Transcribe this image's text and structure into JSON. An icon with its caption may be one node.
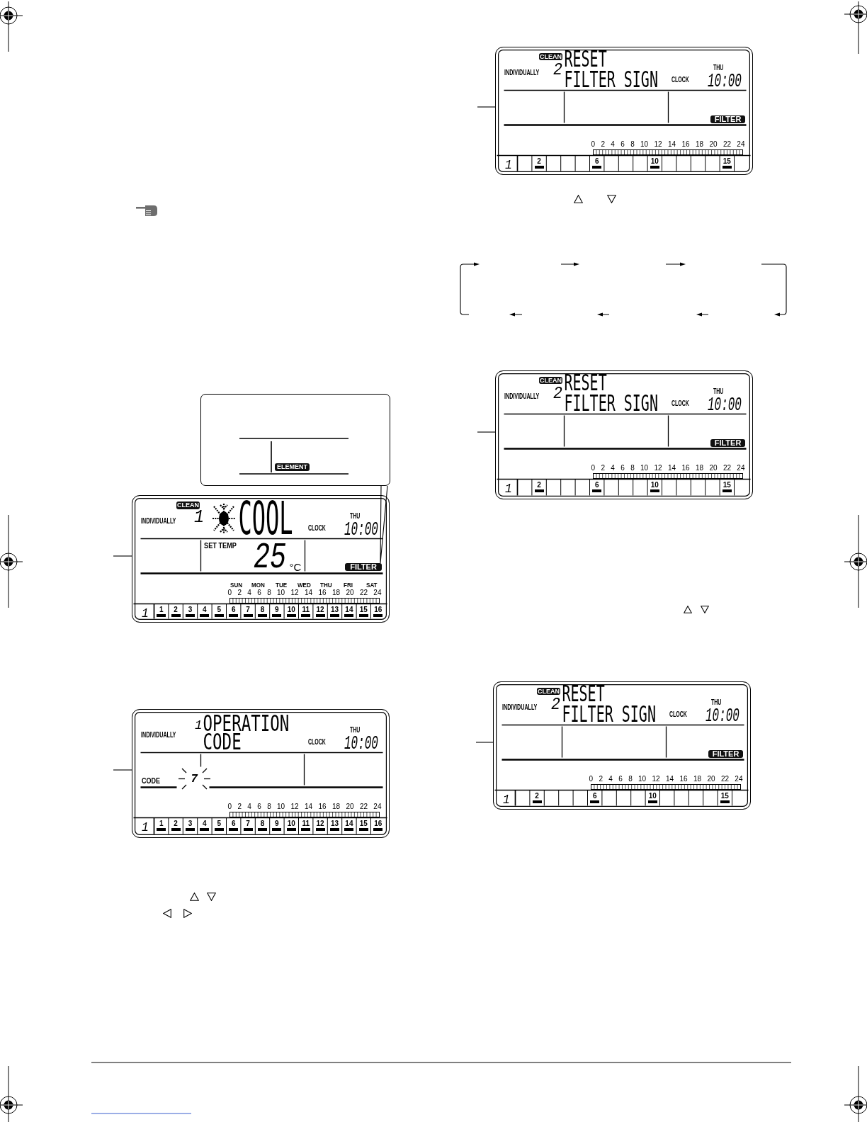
{
  "diagram": {
    "nodes": [
      {
        "text": [],
        "shape": "box"
      },
      {
        "text": [
          "ELEMENT"
        ],
        "in": 0
      },
      {
        "text": [
          "INDIVIDUALLY",
          "1",
          "COOL",
          "THU",
          "CLOCK",
          "10:00",
          "SET TEMP",
          "25",
          "°C",
          "SUN",
          "MON",
          "TUE",
          "WED",
          "THU",
          "FRI",
          "SAT",
          "0 2 4 6 8 10 12 14 16 18 20 22 24",
          "1",
          "1",
          "2",
          "3",
          "4",
          "5",
          "6",
          "7",
          "8",
          "9",
          "10",
          "11",
          "12",
          "13",
          "14",
          "15",
          "16"
        ]
      },
      {
        "text": [
          "CLEAN"
        ],
        "in": 2
      },
      {
        "text": [
          "FILTER"
        ],
        "in": 2
      },
      {
        "text": [
          "INDIVIDUALLY",
          "1",
          "OPERATION CODE",
          "THU",
          "CLOCK",
          "10:00",
          "CODE",
          "7",
          "0 2 4 6 8 10 12 14 16 18 20 22 24",
          "1",
          "1",
          "2",
          "3",
          "4",
          "5",
          "6",
          "7",
          "8",
          "9",
          "10",
          "11",
          "12",
          "13",
          "14",
          "15",
          "16"
        ]
      },
      {
        "text": [
          "INDIVIDUALLY",
          "2",
          "RESET FILTER SIGN",
          "THU",
          "CLOCK",
          "10:00",
          "0 2 4 6 8 10 12 14 16 18 20 22 24",
          "1",
          "2",
          "6",
          "10",
          "15"
        ]
      },
      {
        "text": [
          "CLEAN"
        ],
        "in": 6
      },
      {
        "text": [
          "FILTER"
        ],
        "in": 6
      },
      {
        "text": [
          "INDIVIDUALLY",
          "2",
          "RESET FILTER SIGN",
          "THU",
          "CLOCK",
          "10:00",
          "0 2 4 6 8 10 12 14 16 18 20 22 24",
          "1",
          "2",
          "6",
          "10",
          "15"
        ]
      },
      {
        "text": [
          "CLEAN"
        ],
        "in": 9
      },
      {
        "text": [
          "FILTER"
        ],
        "in": 9
      },
      {
        "text": [
          "INDIVIDUALLY",
          "2",
          "RESET FILTER SIGN",
          "THU",
          "CLOCK",
          "10:00",
          "0 2 4 6 8 10 12 14 16 18 20 22 24",
          "1",
          "2",
          "6",
          "10",
          "15"
        ]
      },
      {
        "text": [
          "CLEAN"
        ],
        "in": 12
      },
      {
        "text": [
          "FILTER"
        ],
        "in": 12
      }
    ],
    "edges": [
      {
        "from": 0,
        "to": 4,
        "arrow": "none"
      },
      {
        "from": null,
        "to": 2,
        "arrow": "none"
      },
      {
        "from": null,
        "to": 5,
        "arrow": "none"
      },
      {
        "from": null,
        "to": 6,
        "arrow": "none"
      },
      {
        "from": null,
        "to": 9,
        "arrow": "none"
      },
      {
        "from": null,
        "to": 12,
        "arrow": "none"
      }
    ]
  }
}
